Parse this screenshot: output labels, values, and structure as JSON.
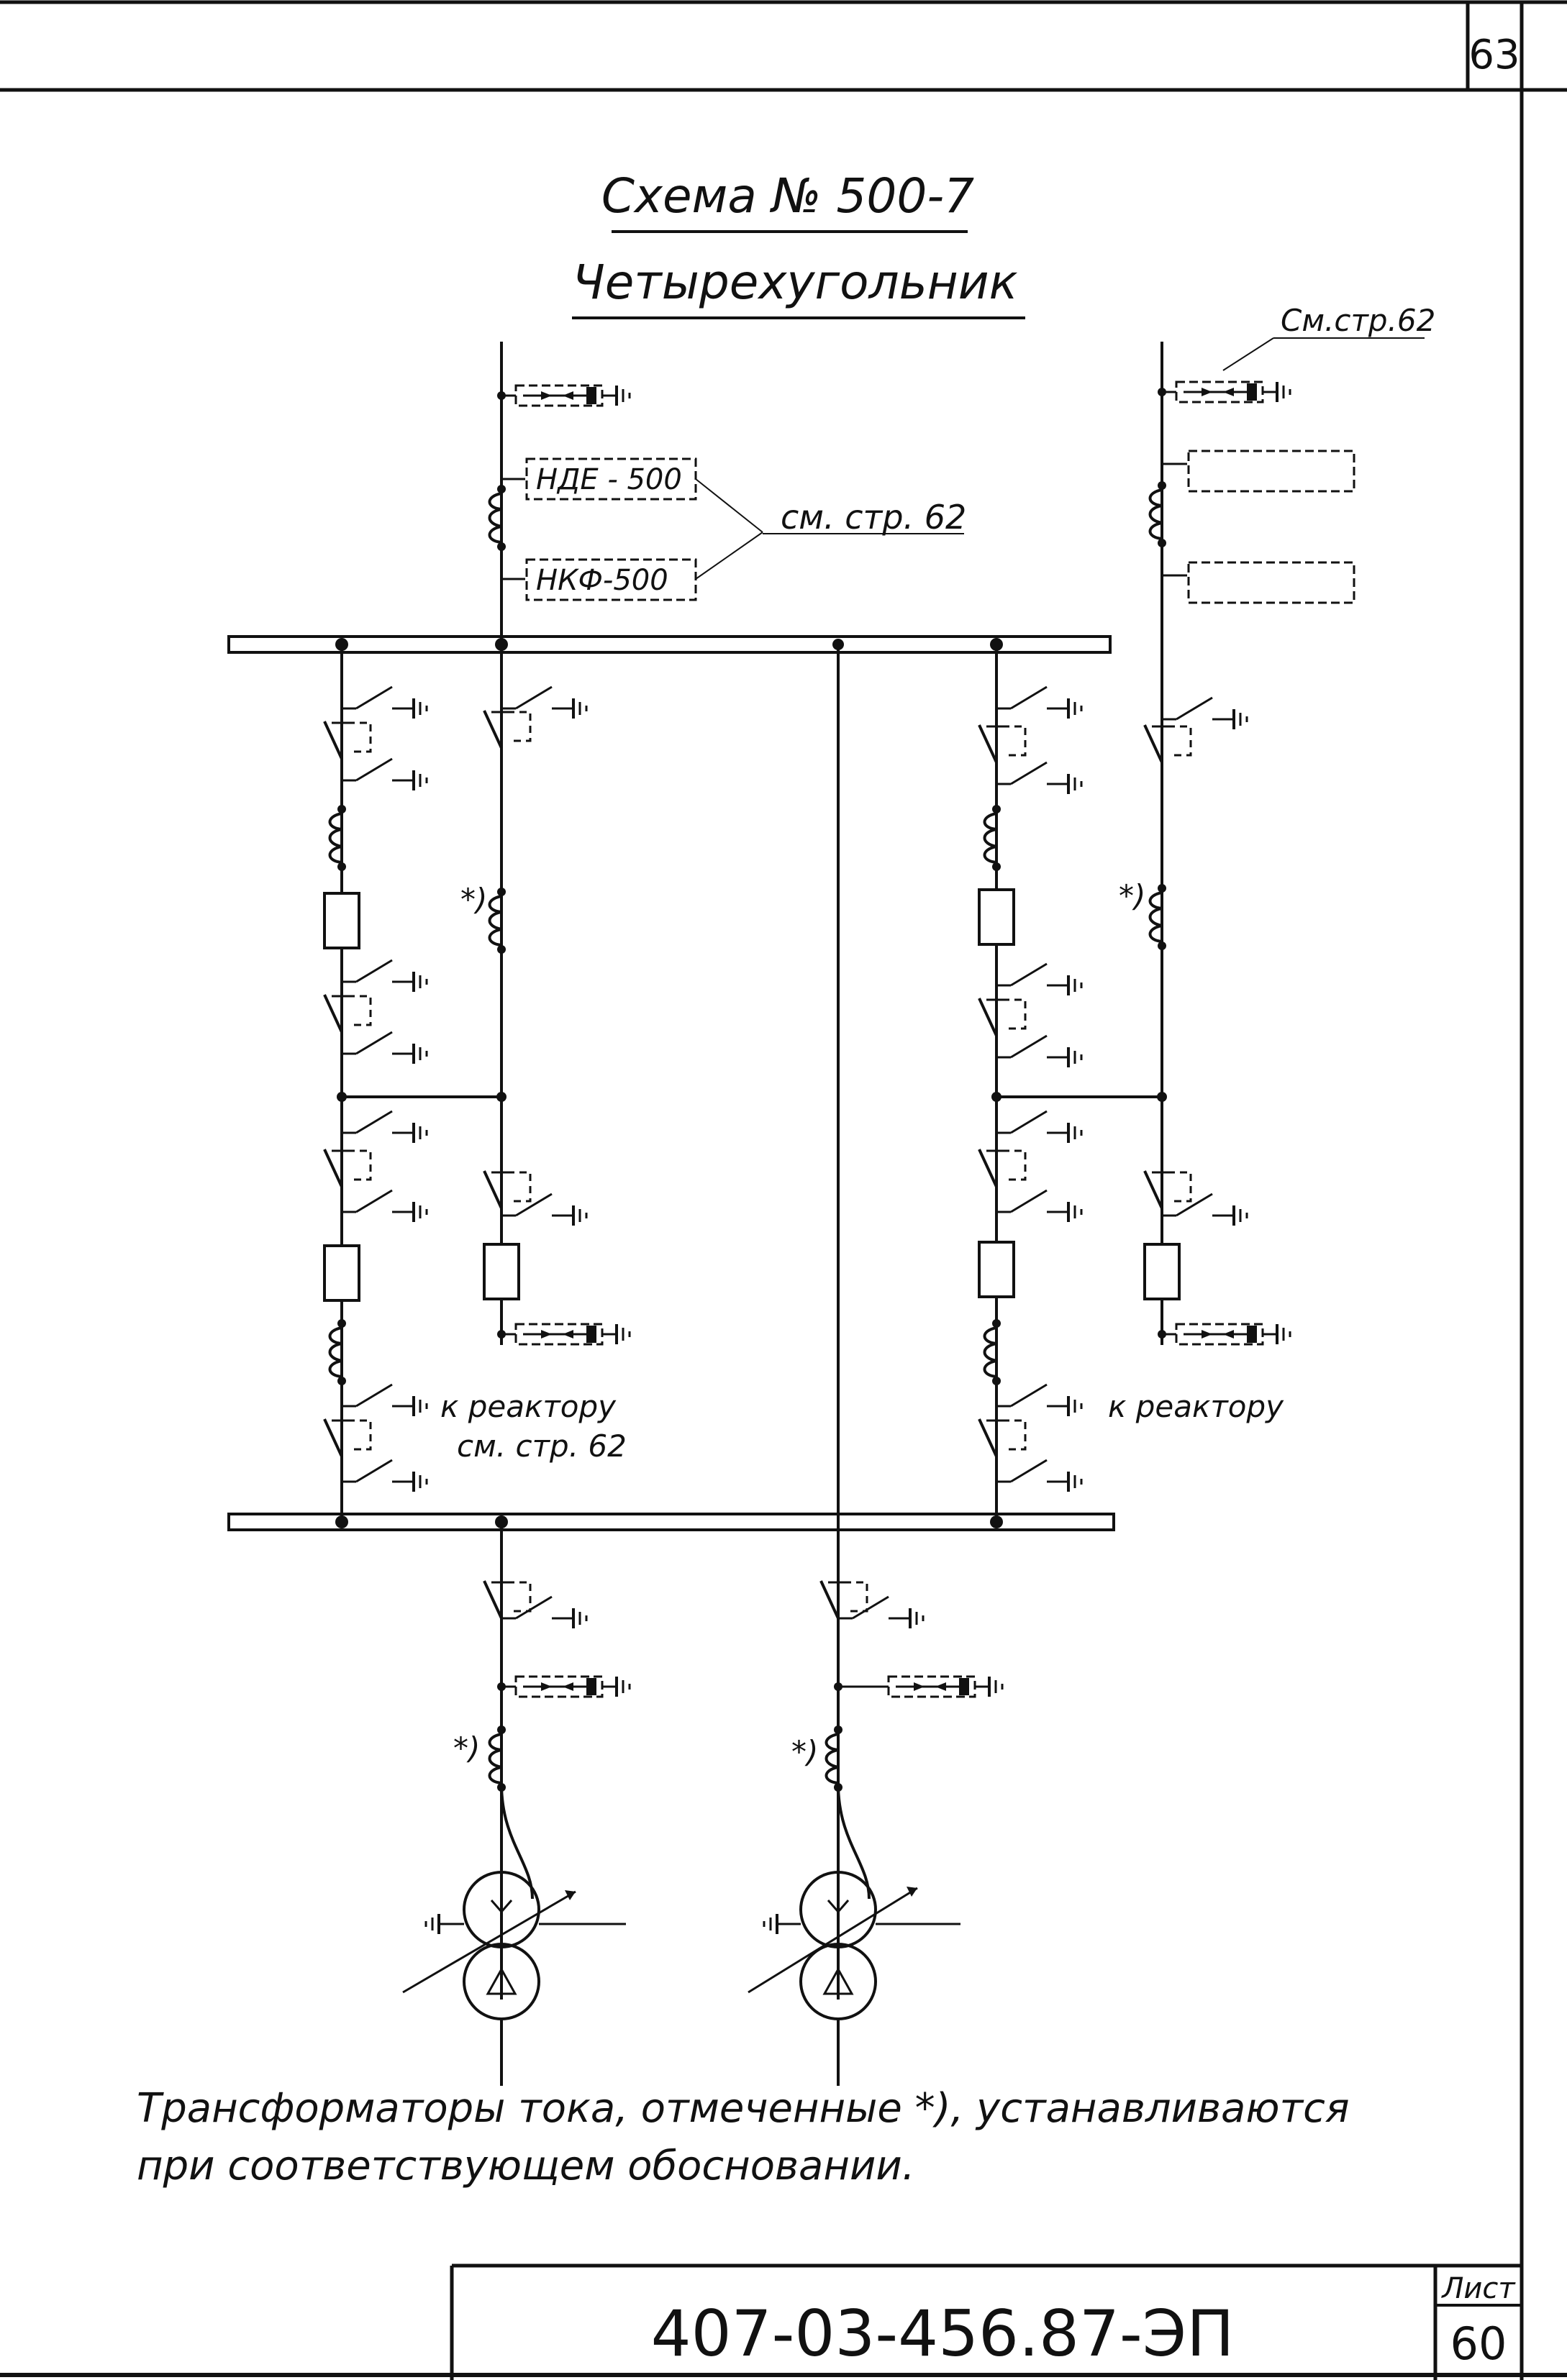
{
  "page_number": "63",
  "title": {
    "scheme": "Схема № 500-7",
    "name": "Четырехугольник"
  },
  "annotations": {
    "see_page_62_top": "См.стр.62",
    "see_page_62_vt": "см. стр. 62",
    "vt_label_1": "НДЕ - 500",
    "vt_label_2": "НКФ-500",
    "to_reactor_left": "к реактору",
    "see_page_62_reactor": "см. стр. 62",
    "to_reactor_right": "к реактору",
    "ct_marker": "*)"
  },
  "note": {
    "line1": "Трансформаторы тока, отмеченные *), устанавливаются",
    "line2": "при соответствующем обосновании."
  },
  "title_block": {
    "document_code": "407-03-456.87-ЭП",
    "sheet_label": "Лист",
    "sheet_number": "60"
  }
}
